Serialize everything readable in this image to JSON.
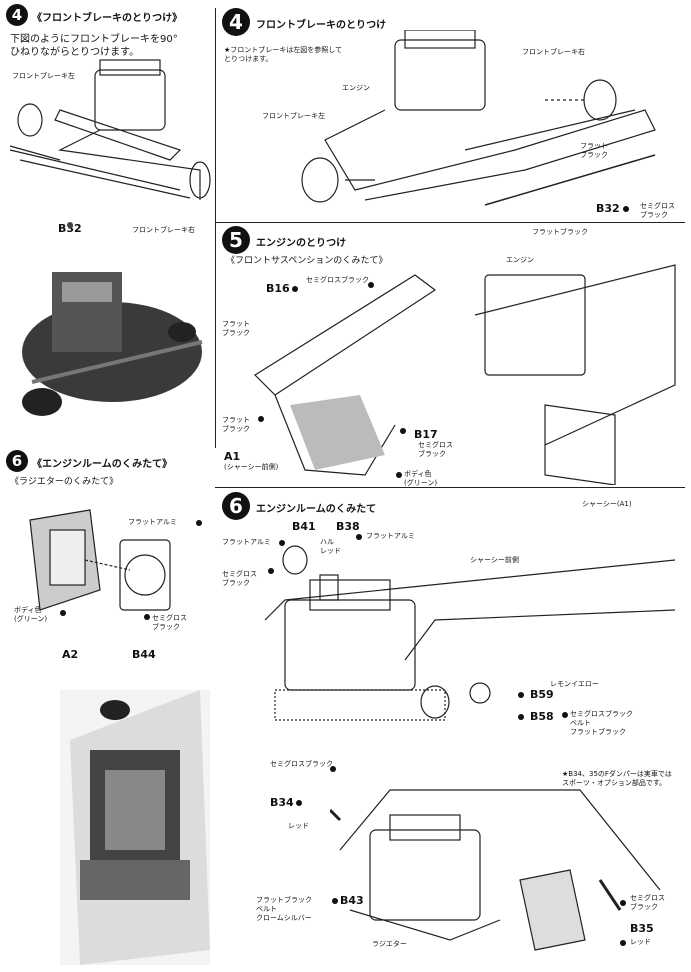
{
  "sec4L": {
    "num": "4",
    "title": "《フロントブレーキのとりつけ》",
    "note1": "下図のようにフロントブレーキを90°",
    "note2": "ひねりながらとりつけます。",
    "label_left": "フロントブレーキ左",
    "label_right": "フロントブレーキ右",
    "part": "B32"
  },
  "sec4R": {
    "num": "4",
    "title": "フロントブレーキのとりつけ",
    "note": "★フロントブレーキは左図を参照して\nとりつけます。",
    "engine": "エンジン",
    "brake_right": "フロントブレーキ右",
    "brake_left": "フロントブレーキ左",
    "flat_black_a": "フラット\nブラック",
    "semigloss": "セミグロス\nブラック",
    "flat_black_b": "フラットブラック",
    "part": "B32"
  },
  "sec5": {
    "num": "5",
    "title": "エンジンのとりつけ",
    "subtitle": "《フロントサスペンションのくみたて》",
    "semigloss_black": "セミグロスブラック",
    "b16": "B16",
    "flat_black_1": "フラット\nブラック",
    "flat_black_2": "フラット\nブラック",
    "b17": "B17",
    "b17_color": "セミグロス\nブラック",
    "a1": "A1",
    "a1_note": "(シャーシー前側)",
    "body_color": "ボディ色\n(グリーン)",
    "engine": "エンジン",
    "chassis": "シャーシー(A1)"
  },
  "sec6L": {
    "num": "6",
    "title": "《エンジンルームのくみたて》",
    "subtitle": "《ラジエターのくみたて》",
    "flat_alumi": "フラットアルミ",
    "body_color": "ボディ色\n(グリーン)",
    "semigloss": "セミグロス\nブラック",
    "a2": "A2",
    "b44": "B44"
  },
  "sec6R": {
    "num": "6",
    "title": "エンジンルームのくみたて",
    "b41": "B41",
    "b38": "B38",
    "flat_alumi_1": "フラットアルミ",
    "hull_red": "ハル\nレッド",
    "flat_alumi_2": "フラットアルミ",
    "semigloss_black": "セミグロス\nブラック",
    "chassis_front": "シャーシー前側",
    "lemon_yellow": "レモンイエロー",
    "b59": "B59",
    "b58": "B58",
    "b58_color": "セミグロスブラック\nベルト\nフラットブラック",
    "damper_note": "★B34、35のFダンパーは実車では\nスポーツ・オプション部品です。",
    "semigloss_black_2": "セミグロスブラック",
    "b34": "B34",
    "red_1": "レッド",
    "flat_black_belt": "フラットブラック\nベルト\nクロームシルバー",
    "b43": "B43",
    "radiator": "ラジエター",
    "semigloss_2": "セミグロス\nブラック",
    "b35": "B35",
    "red_2": "レッド"
  }
}
